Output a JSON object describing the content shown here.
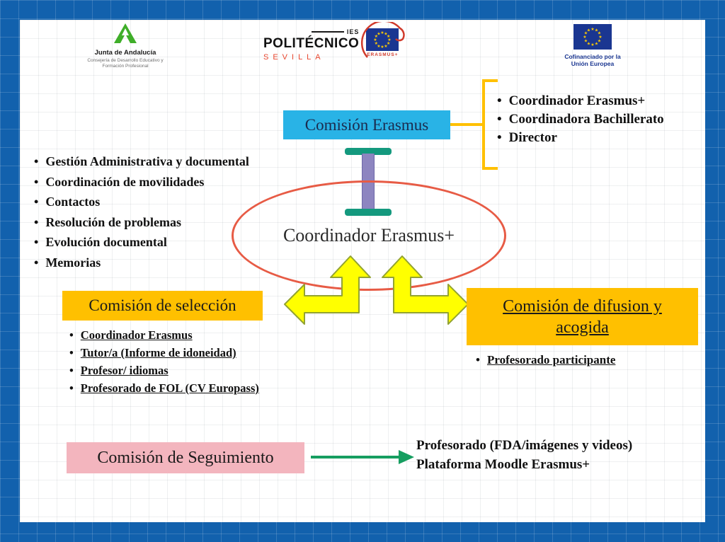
{
  "header": {
    "junta": {
      "name": "Junta de Andalucía",
      "dept": "Consejería de Desarrollo Educativo y Formación Profesional"
    },
    "ies": {
      "pre": "IES",
      "name": "POLITÉCNICO",
      "city": "SEVILLA",
      "erasmus": "ERASMUS+"
    },
    "eu": {
      "caption": "Cofinanciado por la Unión Europea"
    }
  },
  "comision_erasmus": {
    "title": "Comisión Erasmus",
    "members": [
      "Coordinador Erasmus+",
      "Coordinadora Bachillerato",
      "Director"
    ]
  },
  "coordinator": {
    "title": "Coordinador Erasmus+",
    "tasks": [
      "Gestión Administrativa y documental",
      "Coordinación de movilidades",
      "Contactos",
      "Resolución de problemas",
      "Evolución documental",
      "Memorias"
    ]
  },
  "comision_seleccion": {
    "title": "Comisión de selección",
    "members": [
      "Coordinador Erasmus",
      "Tutor/a (Informe de idoneidad)",
      "Profesor/ idiomas",
      "Profesorado de FOL (CV Europass)"
    ]
  },
  "comision_difusion": {
    "title": "Comisión de difusion y acogida",
    "members": [
      "Profesorado participante"
    ]
  },
  "comision_seguimiento": {
    "title": "Comisión de Seguimiento",
    "outputs": [
      "Profesorado (FDA/imágenes y videos)",
      "Plataforma Moodle Erasmus+"
    ]
  },
  "colors": {
    "frame_blue": "#1261ad",
    "cyan_box": "#29b3e6",
    "orange_box": "#ffc000",
    "pink_box": "#f3b5be",
    "ellipse_stroke": "#e75b45",
    "arrow_yellow_fill": "#ffff00",
    "arrow_yellow_stroke": "#93a332",
    "arrow_green": "#169e60",
    "ibeam_teal": "#14997e",
    "ibeam_purple": "#8d85c0",
    "bracket": "#ffc000",
    "eu_blue": "#1a3691",
    "eu_star": "#ffcc00"
  }
}
